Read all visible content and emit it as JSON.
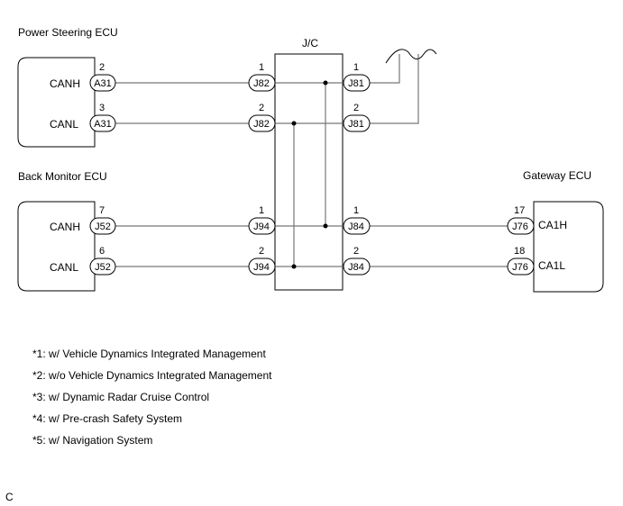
{
  "ecus": {
    "power_steering": {
      "title": "Power Steering ECU",
      "pin1": "CANH",
      "pin2": "CANL"
    },
    "back_monitor": {
      "title": "Back Monitor ECU",
      "pin1": "CANH",
      "pin2": "CANL"
    },
    "gateway": {
      "title": "Gateway ECU",
      "pin1": "CA1H",
      "pin2": "CA1L"
    }
  },
  "jc": {
    "title": "J/C"
  },
  "wires": {
    "ps_canh": {
      "ecu_pin": "2",
      "ecu_conn": "A31",
      "jc_pin": "1",
      "jc_conn": "J82",
      "out_pin": "1",
      "out_conn": "J81"
    },
    "ps_canl": {
      "ecu_pin": "3",
      "ecu_conn": "A31",
      "jc_pin": "2",
      "jc_conn": "J82",
      "out_pin": "2",
      "out_conn": "J81"
    },
    "bm_canh": {
      "ecu_pin": "7",
      "ecu_conn": "J52",
      "jc_pin": "1",
      "jc_conn": "J94",
      "out_pin": "1",
      "out_conn": "J84",
      "gw_pin": "17",
      "gw_conn": "J76"
    },
    "bm_canl": {
      "ecu_pin": "6",
      "ecu_conn": "J52",
      "jc_pin": "2",
      "jc_conn": "J94",
      "out_pin": "2",
      "out_conn": "J84",
      "gw_pin": "18",
      "gw_conn": "J76"
    }
  },
  "notes": [
    "*1: w/ Vehicle Dynamics Integrated Management",
    "*2: w/o Vehicle Dynamics Integrated Management",
    "*3: w/ Dynamic Radar Cruise Control",
    "*4: w/ Pre-crash Safety System",
    "*5: w/ Navigation System"
  ],
  "corner_code": "C"
}
